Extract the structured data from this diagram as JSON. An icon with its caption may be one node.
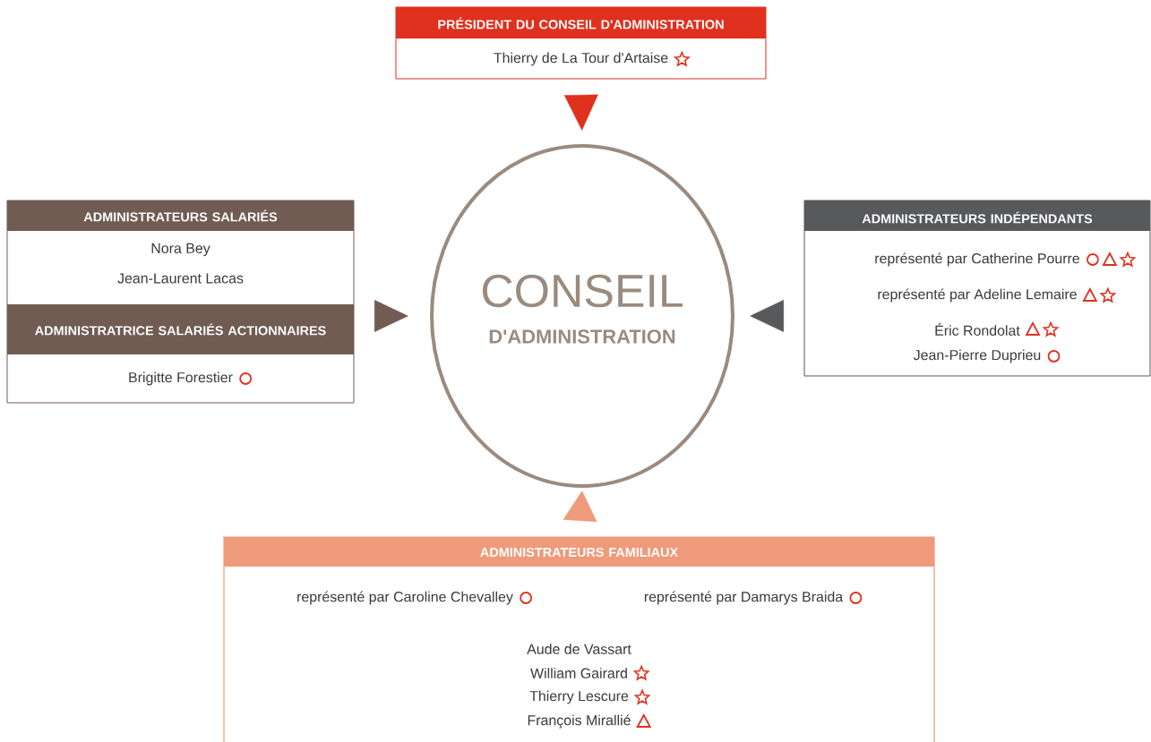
{
  "diagram": {
    "nodes": [
      {
        "text": [
          "PRÉSIDENT DU CONSEIL D'ADMINISTRATION",
          "Thierry de La Tour d'Artaise"
        ]
      },
      {
        "text": [
          "ADMINISTRATEURS SALARIÉS",
          "Nora Bey",
          "Jean-Laurent Lacas",
          "ADMINISTRATRICE SALARIÉS ACTIONNAIRES",
          "Brigitte Forestier"
        ]
      },
      {
        "text": [
          "CONSEIL",
          "D'ADMINISTRATION"
        ]
      },
      {
        "text": [
          "ADMINISTRATEURS INDÉPENDANTS",
          "représenté par Catherine Pourre",
          "représenté par Adeline Lemaire",
          "Éric Rondolat",
          "Jean-Pierre Duprieu"
        ]
      },
      {
        "text": [
          "ADMINISTRATEURS FAMILIAUX",
          "représenté par Caroline Chevalley",
          "représenté par Damarys Braida",
          "Aude de Vassart",
          "William Gairard",
          "Thierry Lescure",
          "François Mirallié"
        ]
      }
    ],
    "edges": [
      {
        "from": 0,
        "to": 2,
        "arrow": "to",
        "color": "#e0301e"
      },
      {
        "from": 1,
        "to": 2,
        "arrow": "to",
        "color": "#705c53"
      },
      {
        "from": 3,
        "to": 2,
        "arrow": "to",
        "color": "#58595b"
      },
      {
        "from": 4,
        "to": 2,
        "arrow": "to",
        "color": "#ef9a7a"
      }
    ]
  }
}
